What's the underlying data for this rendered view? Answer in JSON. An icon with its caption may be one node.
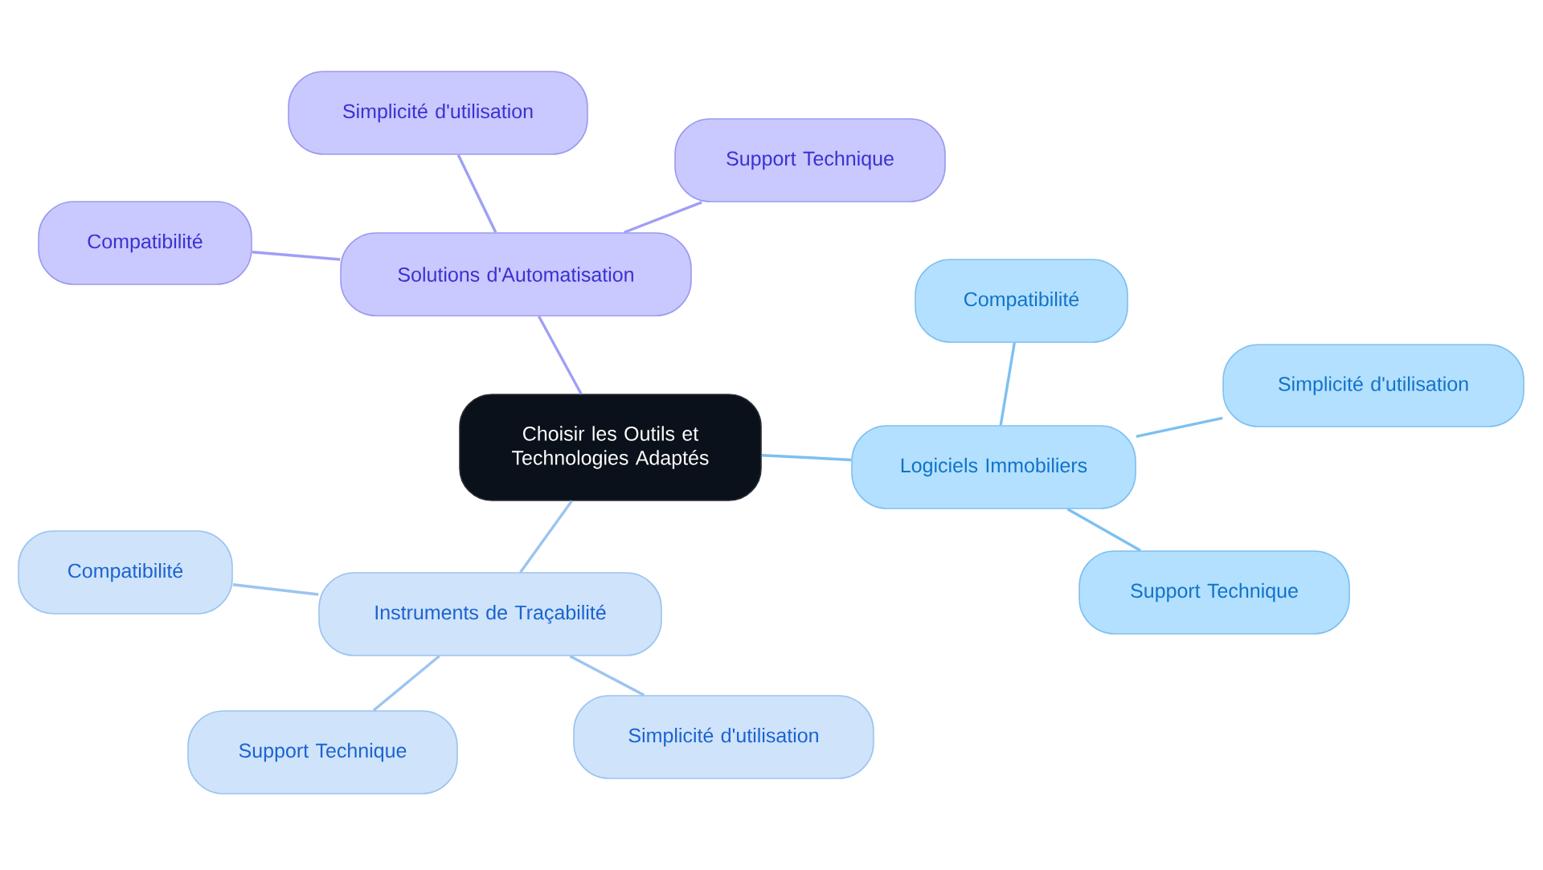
{
  "diagram": {
    "nodes": [
      {
        "text": [
          "Choisir les Outils et Technologies Adaptés"
        ]
      },
      {
        "text": [
          "Solutions d'Automatisation"
        ]
      },
      {
        "text": [
          "Simplicité d'utilisation"
        ]
      },
      {
        "text": [
          "Support Technique"
        ]
      },
      {
        "text": [
          "Compatibilité"
        ]
      },
      {
        "text": [
          "Logiciels Immobiliers"
        ]
      },
      {
        "text": [
          "Compatibilité"
        ]
      },
      {
        "text": [
          "Simplicité d'utilisation"
        ]
      },
      {
        "text": [
          "Support Technique"
        ]
      },
      {
        "text": [
          "Instruments de Traçabilité"
        ]
      },
      {
        "text": [
          "Compatibilité"
        ]
      },
      {
        "text": [
          "Support Technique"
        ]
      },
      {
        "text": [
          "Simplicité d'utilisation"
        ]
      }
    ],
    "edges": [
      {
        "from": 0,
        "to": 1,
        "arrow": "none",
        "color": "#9f9ff5"
      },
      {
        "from": 1,
        "to": 2,
        "arrow": "none",
        "color": "#9f9ff5"
      },
      {
        "from": 1,
        "to": 3,
        "arrow": "none",
        "color": "#9f9ff5"
      },
      {
        "from": 1,
        "to": 4,
        "arrow": "none",
        "color": "#9f9ff5"
      },
      {
        "from": 0,
        "to": 5,
        "arrow": "none",
        "color": "#7dc0f0"
      },
      {
        "from": 5,
        "to": 6,
        "arrow": "none",
        "color": "#7dc0f0"
      },
      {
        "from": 5,
        "to": 7,
        "arrow": "none",
        "color": "#7dc0f0"
      },
      {
        "from": 5,
        "to": 8,
        "arrow": "none",
        "color": "#7dc0f0"
      },
      {
        "from": 0,
        "to": 9,
        "arrow": "none",
        "color": "#9cc4f0"
      },
      {
        "from": 9,
        "to": 10,
        "arrow": "none",
        "color": "#9cc4f0"
      },
      {
        "from": 9,
        "to": 11,
        "arrow": "none",
        "color": "#9cc4f0"
      },
      {
        "from": 9,
        "to": 12,
        "arrow": "none",
        "color": "#9cc4f0"
      }
    ]
  }
}
